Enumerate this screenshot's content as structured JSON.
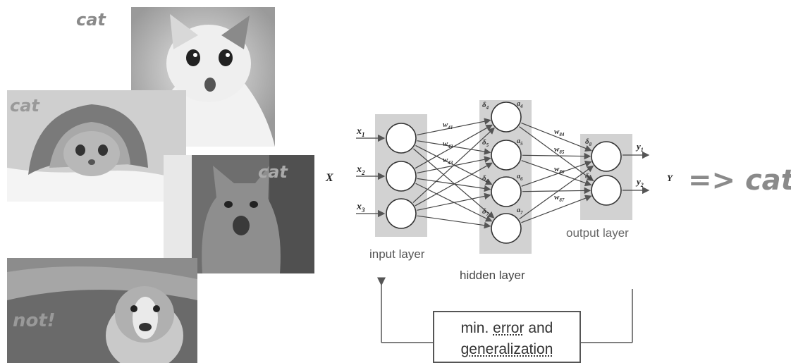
{
  "photos": {
    "cat1_label": "cat",
    "cat2_label": "cat",
    "cat3_label": "cat",
    "dog_label": "not!"
  },
  "network": {
    "input_symbol": "X",
    "output_symbol": "Y",
    "inputs": [
      "x1",
      "x2",
      "x3"
    ],
    "outputs": [
      "y1",
      "y2"
    ],
    "input_layer_label": "input layer",
    "hidden_layer_label": "hidden layer",
    "output_layer_label": "output layer",
    "input_weights": [
      "w41",
      "w42",
      "w43"
    ],
    "hidden_weights": [
      "w84",
      "w85",
      "w86",
      "w87"
    ],
    "hidden_deltas": [
      "δ4",
      "δ5",
      "δ6",
      "δ7"
    ],
    "hidden_activations": [
      "a4",
      "a5",
      "a6",
      "a7"
    ],
    "output_deltas": [
      "δ8",
      "δ9"
    ]
  },
  "result": "=> cat!",
  "feedback_box": {
    "line1_part1": "min. ",
    "line1_part2": "error",
    "line1_part3": " and",
    "line2": "generalization"
  }
}
